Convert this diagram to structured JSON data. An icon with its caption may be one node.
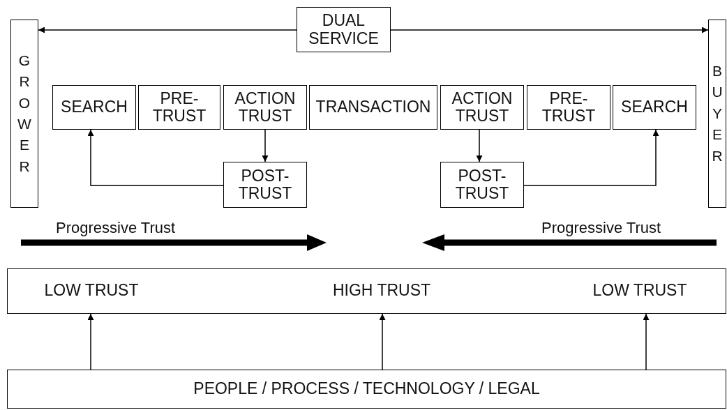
{
  "diagram": {
    "nodes": [
      {
        "text": [
          "DUAL SERVICE"
        ]
      },
      {
        "text": [
          "GROWER"
        ]
      },
      {
        "text": [
          "BUYER"
        ]
      },
      {
        "text": [
          "SEARCH"
        ]
      },
      {
        "text": [
          "PRE- TRUST"
        ]
      },
      {
        "text": [
          "ACTION TRUST"
        ]
      },
      {
        "text": [
          "TRANSACTION"
        ]
      },
      {
        "text": [
          "ACTION TRUST"
        ]
      },
      {
        "text": [
          "PRE- TRUST"
        ]
      },
      {
        "text": [
          "SEARCH"
        ]
      },
      {
        "text": [
          "POST- TRUST"
        ]
      },
      {
        "text": [
          "POST- TRUST"
        ]
      },
      {
        "text": [
          "LOW TRUST",
          "HIGH TRUST",
          "LOW TRUST"
        ]
      },
      {
        "text": [
          "PEOPLE / PROCESS / TECHNOLOGY / LEGAL"
        ]
      }
    ],
    "edges": [
      {
        "from": 0,
        "to": 1,
        "arrow": "to"
      },
      {
        "from": 0,
        "to": 2,
        "arrow": "to"
      },
      {
        "from": 5,
        "to": 10,
        "arrow": "to"
      },
      {
        "from": 10,
        "to": 3,
        "arrow": "to"
      },
      {
        "from": 7,
        "to": 11,
        "arrow": "to"
      },
      {
        "from": 11,
        "to": 9,
        "arrow": "to"
      },
      {
        "from": 13,
        "to": 12,
        "arrow": "to"
      },
      {
        "from": 13,
        "to": 12,
        "arrow": "to"
      },
      {
        "from": 13,
        "to": 12,
        "arrow": "to"
      }
    ],
    "labels": [
      "Progressive Trust",
      "Progressive Trust"
    ]
  }
}
